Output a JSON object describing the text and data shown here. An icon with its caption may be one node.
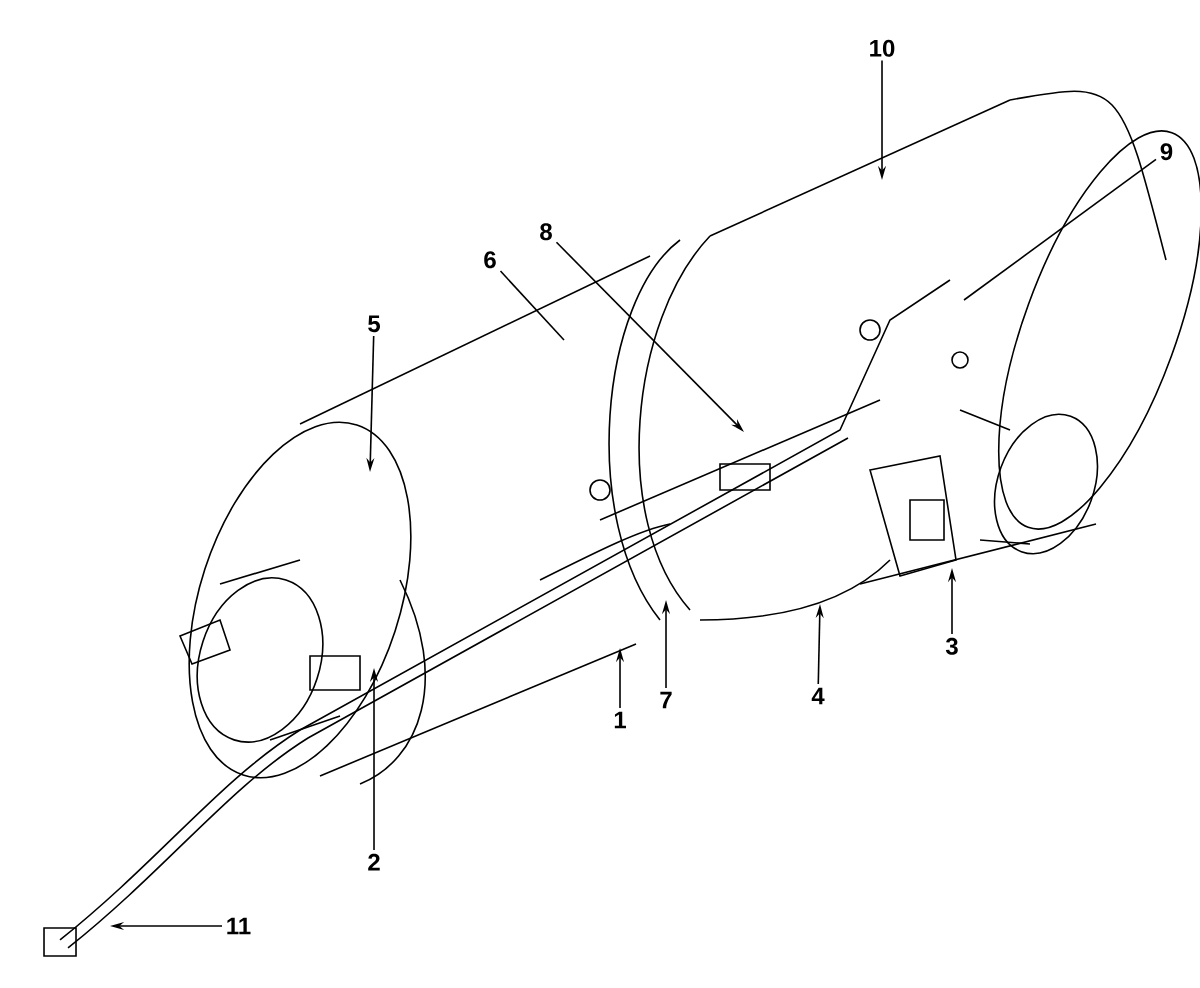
{
  "diagram": {
    "nodes": [
      {
        "text": [
          "10"
        ]
      },
      {
        "text": [
          "9"
        ]
      },
      {
        "text": [
          "8"
        ]
      },
      {
        "text": [
          "6"
        ]
      },
      {
        "text": [
          "5"
        ]
      },
      {
        "text": [
          "3"
        ]
      },
      {
        "text": [
          "4"
        ]
      },
      {
        "text": [
          "7"
        ]
      },
      {
        "text": [
          "1"
        ]
      },
      {
        "text": [
          "2"
        ]
      },
      {
        "text": [
          "11"
        ]
      }
    ],
    "edges": [
      {
        "from": 0,
        "to": null,
        "arrow": "to"
      },
      {
        "from": 1,
        "to": null,
        "arrow": "none"
      },
      {
        "from": 2,
        "to": null,
        "arrow": "to"
      },
      {
        "from": 3,
        "to": null,
        "arrow": "none"
      },
      {
        "from": 4,
        "to": null,
        "arrow": "to"
      },
      {
        "from": 5,
        "to": null,
        "arrow": "to"
      },
      {
        "from": 6,
        "to": null,
        "arrow": "to"
      },
      {
        "from": 7,
        "to": null,
        "arrow": "to"
      },
      {
        "from": 8,
        "to": null,
        "arrow": "to"
      },
      {
        "from": 9,
        "to": null,
        "arrow": "to"
      },
      {
        "from": 10,
        "to": null,
        "arrow": "to"
      }
    ]
  }
}
